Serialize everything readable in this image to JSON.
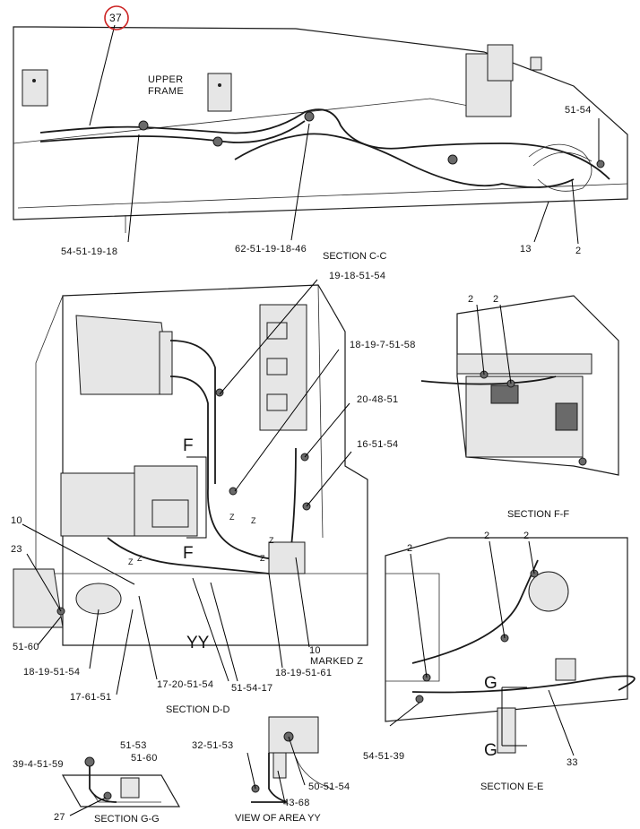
{
  "callout": {
    "number": "37",
    "ring_color": "#cc2222"
  },
  "section_cc": {
    "caption": "SECTION C-C",
    "frame_label_1": "UPPER",
    "frame_label_2": "FRAME",
    "parts": [
      "54-51-19-18",
      "62-51-19-18-46",
      "51-54",
      "13",
      "2"
    ]
  },
  "section_dd": {
    "caption": "SECTION D-D",
    "parts": [
      "19-18-51-54",
      "18-19-7-51-58",
      "20-48-51",
      "16-51-54",
      "10",
      "23",
      "51-60",
      "18-19-51-54",
      "17-61-51",
      "17-20-51-54",
      "51-54-17",
      "18-19-51-61",
      "10"
    ],
    "marked_z": "MARKED Z",
    "view_letters": [
      "F",
      "F",
      "YY",
      "Z",
      "Z",
      "Z",
      "Z",
      "Z",
      "Z"
    ]
  },
  "section_ff": {
    "caption": "SECTION F-F",
    "parts": [
      "2",
      "2"
    ]
  },
  "section_ee": {
    "caption": "SECTION E-E",
    "parts": [
      "2",
      "2",
      "2",
      "54-51-39",
      "33"
    ],
    "view_letters": [
      "G",
      "G"
    ]
  },
  "section_gg": {
    "caption": "SECTION G-G",
    "parts": [
      "39-4-51-59",
      "51-53",
      "51-60",
      "27"
    ]
  },
  "view_yy": {
    "caption": "VIEW OF AREA YY",
    "parts": [
      "32-51-53",
      "50-51-54",
      "43-68"
    ]
  }
}
